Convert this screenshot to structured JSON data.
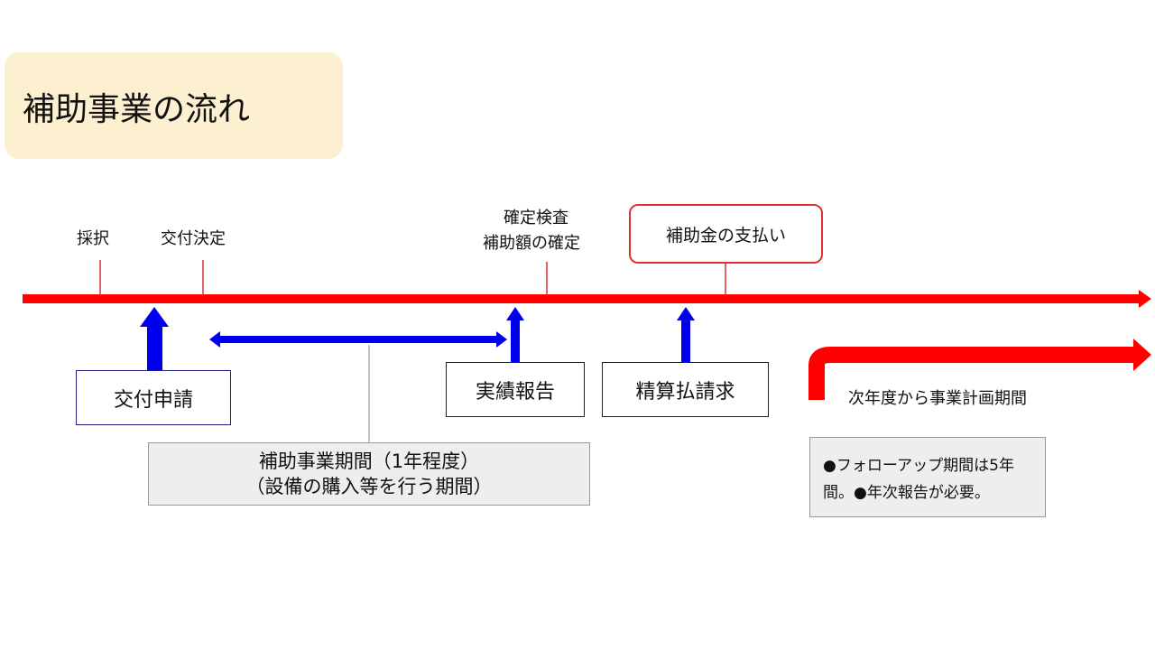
{
  "title": "補助事業の流れ",
  "milestones": {
    "saitaku": "採択",
    "kofu_kettei": "交付決定",
    "kakutei_kensa": "確定検査",
    "hojogaku_kakutei": "補助額の確定",
    "shiharai": "補助金の支払い"
  },
  "actions": {
    "kofu_shinsei": "交付申請",
    "jisseki_hokoku": "実績報告",
    "seisan_seikyu": "精算払請求"
  },
  "period": {
    "line1": "補助事業期間（1年程度）",
    "line2": "（設備の購入等を行う期間）"
  },
  "next_year": "次年度から事業計画期間",
  "note": "●フォローアップ期間は5年間。●年次報告が必要。",
  "colors": {
    "timeline": "#ff0000",
    "arrow": "#0000ee",
    "title_bg": "#fdf0d0"
  }
}
